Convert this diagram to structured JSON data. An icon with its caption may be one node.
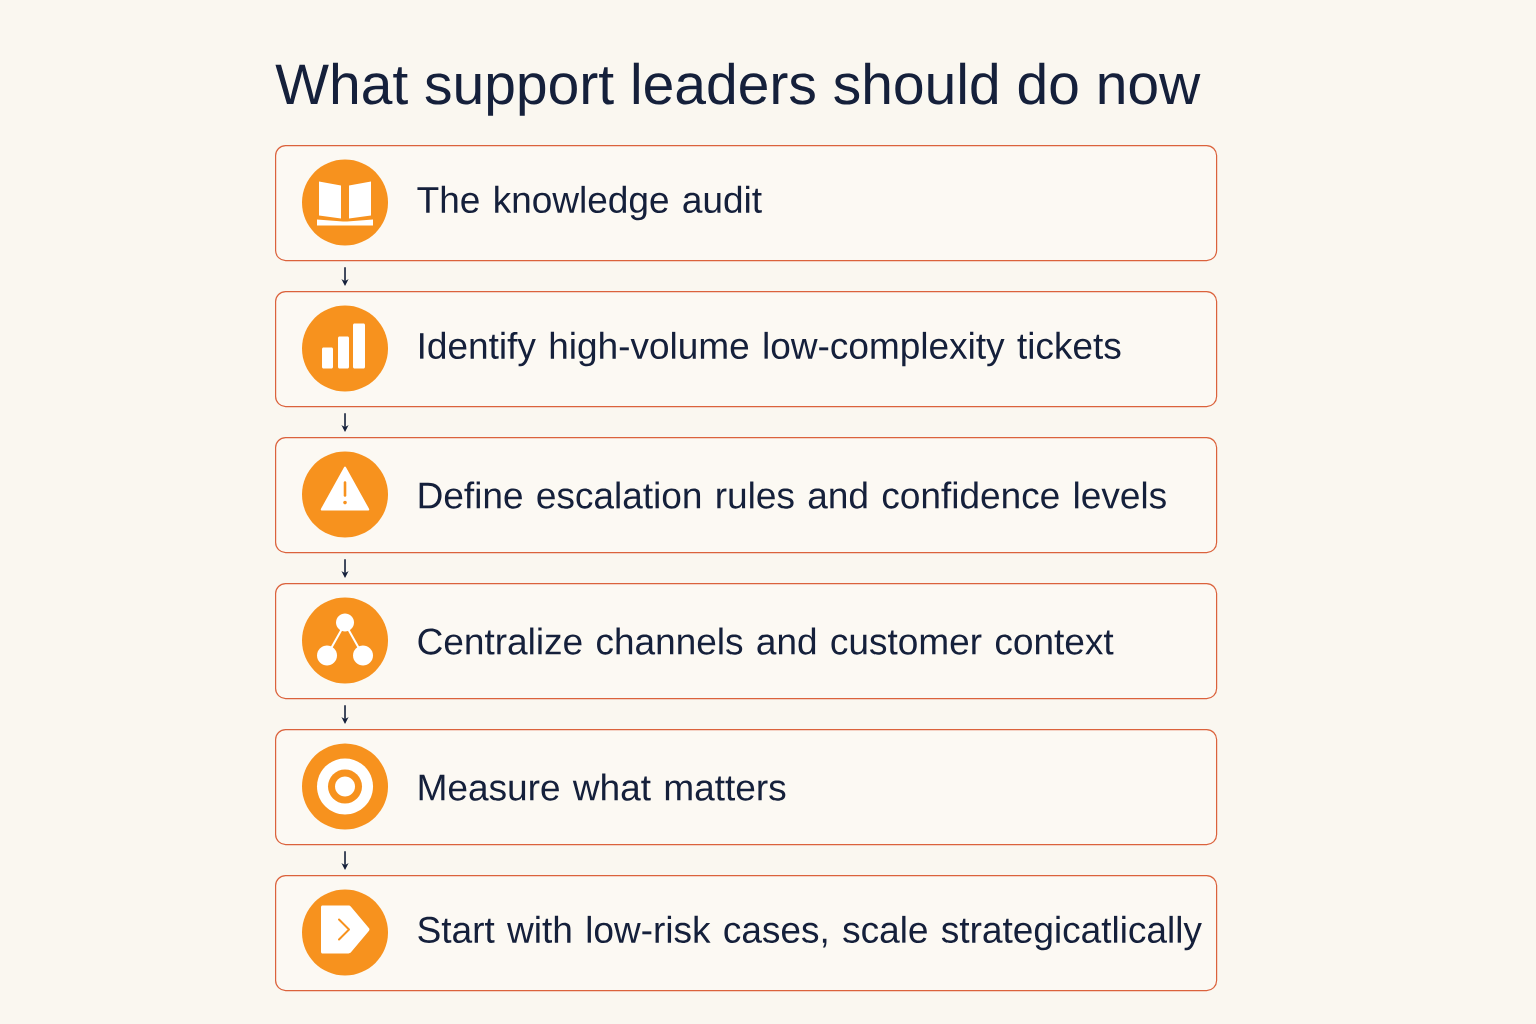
{
  "diagram": {
    "title": "What support leaders should do now",
    "nodes": [
      {
        "text": [
          "The knowledge audit"
        ]
      },
      {
        "text": [
          "Identify high-volume low-complexity tickets"
        ]
      },
      {
        "text": [
          "Define escalation rules and confidence levels"
        ]
      },
      {
        "text": [
          "Centralize channels and customer context"
        ]
      },
      {
        "text": [
          "Measure what matters"
        ]
      },
      {
        "text": [
          "Start with low-risk cases, scale strategicatlically"
        ]
      }
    ],
    "edges": [
      {
        "from": 0,
        "to": 1,
        "arrow": "to"
      },
      {
        "from": 1,
        "to": 2,
        "arrow": "to"
      },
      {
        "from": 2,
        "to": 3,
        "arrow": "to"
      },
      {
        "from": 3,
        "to": 4,
        "arrow": "to"
      },
      {
        "from": 4,
        "to": 5,
        "arrow": "to"
      }
    ]
  }
}
